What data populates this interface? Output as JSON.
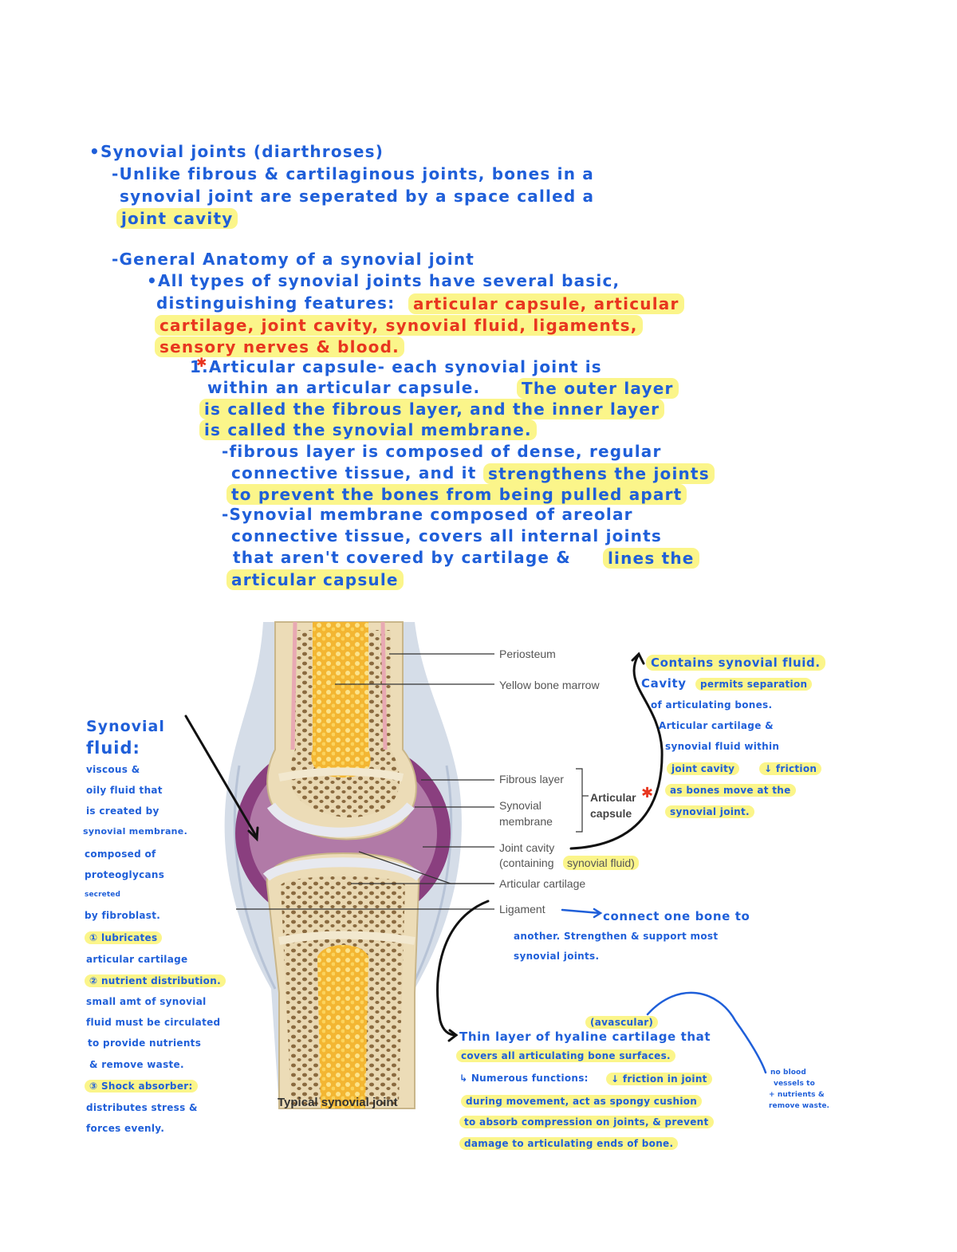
{
  "notes": {
    "heading": "•Synovial joints (diarthroses)",
    "intro_1": "-Unlike fibrous & cartilaginous joints, bones in a",
    "intro_2": "synovial joint are seperated by a space called a",
    "intro_3": "joint cavity",
    "gen_heading": "-General Anatomy of a synovial joint",
    "gen_1": "•All types of synovial joints have several basic,",
    "gen_2a": "distinguishing features:",
    "gen_2b": "articular capsule, articular",
    "gen_3": "cartilage, joint cavity, synovial fluid, ligaments,",
    "gen_4": "sensory nerves & blood.",
    "cap_1": "1.Articular capsule- each synovial joint is",
    "cap_2a": "within an articular capsule.",
    "cap_2b": "The outer layer",
    "cap_3": "is called the fibrous layer, and the inner layer",
    "cap_4": "is called the synovial membrane.",
    "fib_1": "-fibrous layer is composed of dense, regular",
    "fib_2a": "connective tissue, and it",
    "fib_2b": "strengthens the joints",
    "fib_3": "to prevent the bones from being pulled apart",
    "syn_1": "-Synovial membrane composed of areolar",
    "syn_2": "connective tissue, covers all internal joints",
    "syn_3a": "that aren't covered by cartilage &",
    "syn_3b": "lines the",
    "syn_4": "articular capsule"
  },
  "diagram": {
    "labels": {
      "periosteum": "Periosteum",
      "yellow_marrow": "Yellow bone marrow",
      "fibrous_layer": "Fibrous layer",
      "synovial_membrane_1": "Synovial",
      "synovial_membrane_2": "membrane",
      "articular_capsule_1": "Articular",
      "articular_capsule_2": "capsule",
      "joint_cavity_1": "Joint cavity",
      "joint_cavity_2a": "(containing",
      "joint_cavity_2b": "synovial fluid)",
      "articular_cartilage": "Articular cartilage",
      "ligament": "Ligament"
    },
    "caption": "Typical synovial joint"
  },
  "left_notes": {
    "title_1": "Synovial",
    "title_2": "fluid:",
    "l1": "viscous &",
    "l2": "oily fluid that",
    "l3": "is created by",
    "l4": "synovial membrane.",
    "l5": "composed of",
    "l6": "proteoglycans",
    "l7": "secreted",
    "l8": "by fibroblast.",
    "l9": "① lubricates",
    "l10": "articular cartilage",
    "l11": "② nutrient distribution.",
    "l12": "small amt of synovial",
    "l13": "fluid must be circulated",
    "l14": "to provide nutrients",
    "l15": "& remove waste.",
    "l16": "③ Shock absorber:",
    "l17": "distributes stress &",
    "l18": "forces evenly."
  },
  "right_notes": {
    "r1": "Contains synovial fluid.",
    "r2a": "Cavity",
    "r2b": "permits separation",
    "r3": "of articulating bones.",
    "r4": "Articular cartilage &",
    "r5": "synovial fluid within",
    "r6a": "joint cavity",
    "r6b": "↓ friction",
    "r7": "as bones move at the",
    "r8": "synovial joint.",
    "lig_1": "connect one bone to",
    "lig_2": "another. Strengthen & support most",
    "lig_3": "synovial joints."
  },
  "bottom_notes": {
    "avascular": "(avascular)",
    "b1": "Thin layer of hyaline cartilage that",
    "b2": "covers all articulating bone surfaces.",
    "b3a": "↳ Numerous functions:",
    "b3b": "↓ friction in joint",
    "b4": "during movement, act as spongy cushion",
    "b5": "to absorb compression on joints, & prevent",
    "b6": "damage to articulating ends of bone.",
    "side_1": "no blood",
    "side_2": "vessels to",
    "side_3": "+ nutrients &",
    "side_4": "remove waste."
  },
  "colors": {
    "ink_blue": "#1f5fd9",
    "ink_red": "#e8361f",
    "highlight": "#fbf58a",
    "bone": "#ecdcb7",
    "marrow": "#f5b93a",
    "cavity": "#8a3f7f"
  }
}
